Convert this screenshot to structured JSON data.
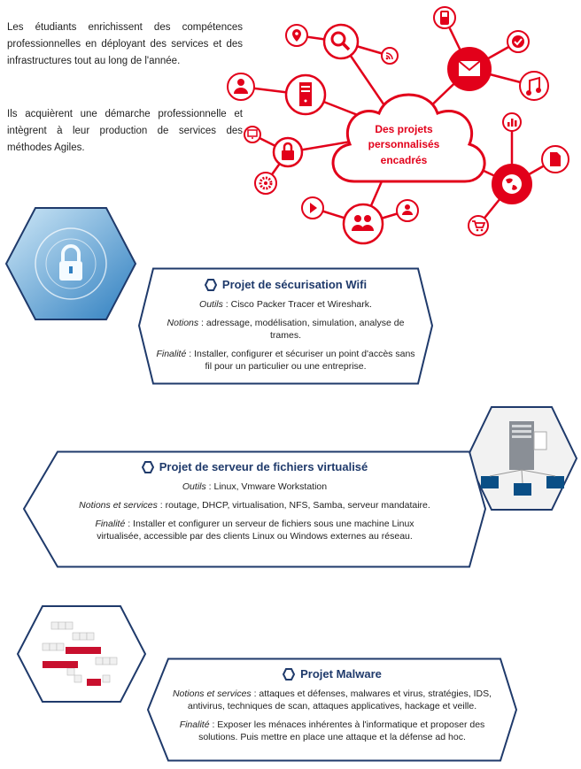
{
  "intro": {
    "p1": "Les étudiants enrichissent des compétences professionnelles en déployant des services et des infrastructures tout au long de l'année.",
    "p2": "Ils acquièrent une démarche professionnelle et intègrent à leur production de services des méthodes Agiles."
  },
  "cloud": {
    "line1": "Des projets",
    "line2": "personnalisés",
    "line3": "encadrés"
  },
  "colors": {
    "red": "#e2001a",
    "navy": "#1f3a6b"
  },
  "icons": [
    "location-icon",
    "search-icon",
    "rss-icon",
    "phone-icon",
    "check-icon",
    "mail-icon",
    "music-icon",
    "user-icon",
    "server-icon",
    "chart-icon",
    "document-icon",
    "monitor-icon",
    "lock-icon",
    "settings-icon",
    "globe-icon",
    "play-icon",
    "users-icon",
    "cart-icon"
  ],
  "projects": [
    {
      "title": "Projet de sécurisation Wifi",
      "items": [
        {
          "label": "Outils",
          "text": " : Cisco Packer Tracer et Wireshark."
        },
        {
          "label": "Notions",
          "text": " : adressage, modélisation, simulation, analyse de trames."
        },
        {
          "label": "Finalité",
          "text": " : Installer, configurer et sécuriser un point d'accès sans fil pour un particulier ou une entreprise."
        }
      ]
    },
    {
      "title": "Projet de serveur de fichiers virtualisé",
      "items": [
        {
          "label": "Outils",
          "text": " : Linux, Vmware Workstation"
        },
        {
          "label": "Notions et services",
          "text": " : routage, DHCP, virtualisation,  NFS, Samba, serveur mandataire."
        },
        {
          "label": "Finalité",
          "text": " : Installer et configurer un serveur de fichiers sous une machine Linux virtualisée, accessible par des clients Linux ou Windows externes au réseau."
        }
      ]
    },
    {
      "title": "Projet Malware",
      "items": [
        {
          "label": "Notions et services",
          "text": " : attaques  et défenses, malwares  et virus, stratégies, IDS, antivirus, techniques de scan, attaques applicatives, hackage et veille."
        },
        {
          "label": "Finalité",
          "text": " : Exposer les  ménaces inhérentes  à l'informatique et proposer des solutions. Puis  mettre en place une attaque et la défense ad hoc."
        }
      ]
    }
  ]
}
